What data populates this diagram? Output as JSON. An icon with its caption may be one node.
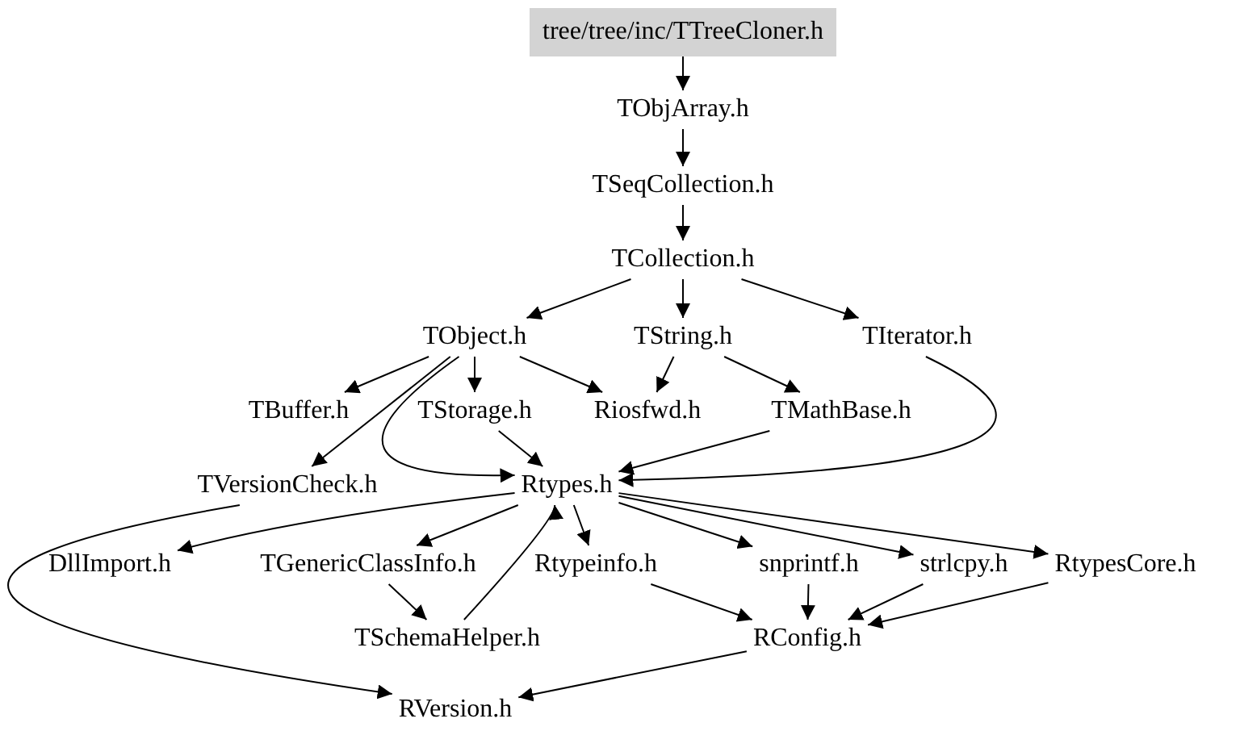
{
  "diagram": {
    "nodes": [
      {
        "text": [
          "tree/tree/inc/TTreeCloner.h"
        ]
      },
      {
        "text": [
          "TObjArray.h"
        ]
      },
      {
        "text": [
          "TSeqCollection.h"
        ]
      },
      {
        "text": [
          "TCollection.h"
        ]
      },
      {
        "text": [
          "TObject.h"
        ]
      },
      {
        "text": [
          "TString.h"
        ]
      },
      {
        "text": [
          "TIterator.h"
        ]
      },
      {
        "text": [
          "TBuffer.h"
        ]
      },
      {
        "text": [
          "TStorage.h"
        ]
      },
      {
        "text": [
          "Riosfwd.h"
        ]
      },
      {
        "text": [
          "TMathBase.h"
        ]
      },
      {
        "text": [
          "TVersionCheck.h"
        ]
      },
      {
        "text": [
          "Rtypes.h"
        ]
      },
      {
        "text": [
          "DllImport.h"
        ]
      },
      {
        "text": [
          "TGenericClassInfo.h"
        ]
      },
      {
        "text": [
          "Rtypeinfo.h"
        ]
      },
      {
        "text": [
          "snprintf.h"
        ]
      },
      {
        "text": [
          "strlcpy.h"
        ]
      },
      {
        "text": [
          "RtypesCore.h"
        ]
      },
      {
        "text": [
          "TSchemaHelper.h"
        ]
      },
      {
        "text": [
          "RConfig.h"
        ]
      },
      {
        "text": [
          "RVersion.h"
        ]
      }
    ],
    "edges": [
      {
        "from": 0,
        "to": 1,
        "arrow": "to"
      },
      {
        "from": 1,
        "to": 2,
        "arrow": "to"
      },
      {
        "from": 2,
        "to": 3,
        "arrow": "to"
      },
      {
        "from": 3,
        "to": 4,
        "arrow": "to"
      },
      {
        "from": 3,
        "to": 5,
        "arrow": "to"
      },
      {
        "from": 3,
        "to": 6,
        "arrow": "to"
      },
      {
        "from": 4,
        "to": 7,
        "arrow": "to"
      },
      {
        "from": 4,
        "to": 8,
        "arrow": "to"
      },
      {
        "from": 4,
        "to": 9,
        "arrow": "to"
      },
      {
        "from": 4,
        "to": 11,
        "arrow": "to"
      },
      {
        "from": 4,
        "to": 12,
        "arrow": "to"
      },
      {
        "from": 5,
        "to": 9,
        "arrow": "to"
      },
      {
        "from": 5,
        "to": 10,
        "arrow": "to"
      },
      {
        "from": 6,
        "to": 12,
        "arrow": "to"
      },
      {
        "from": 8,
        "to": 12,
        "arrow": "to"
      },
      {
        "from": 10,
        "to": 12,
        "arrow": "to"
      },
      {
        "from": 11,
        "to": 21,
        "arrow": "to"
      },
      {
        "from": 12,
        "to": 13,
        "arrow": "to"
      },
      {
        "from": 12,
        "to": 14,
        "arrow": "to"
      },
      {
        "from": 12,
        "to": 15,
        "arrow": "to"
      },
      {
        "from": 12,
        "to": 16,
        "arrow": "to"
      },
      {
        "from": 12,
        "to": 17,
        "arrow": "to"
      },
      {
        "from": 12,
        "to": 18,
        "arrow": "to"
      },
      {
        "from": 14,
        "to": 19,
        "arrow": "to"
      },
      {
        "from": 19,
        "to": 12,
        "arrow": "to"
      },
      {
        "from": 15,
        "to": 20,
        "arrow": "to"
      },
      {
        "from": 16,
        "to": 20,
        "arrow": "to"
      },
      {
        "from": 17,
        "to": 20,
        "arrow": "to"
      },
      {
        "from": 18,
        "to": 20,
        "arrow": "to"
      },
      {
        "from": 20,
        "to": 21,
        "arrow": "to"
      }
    ]
  }
}
